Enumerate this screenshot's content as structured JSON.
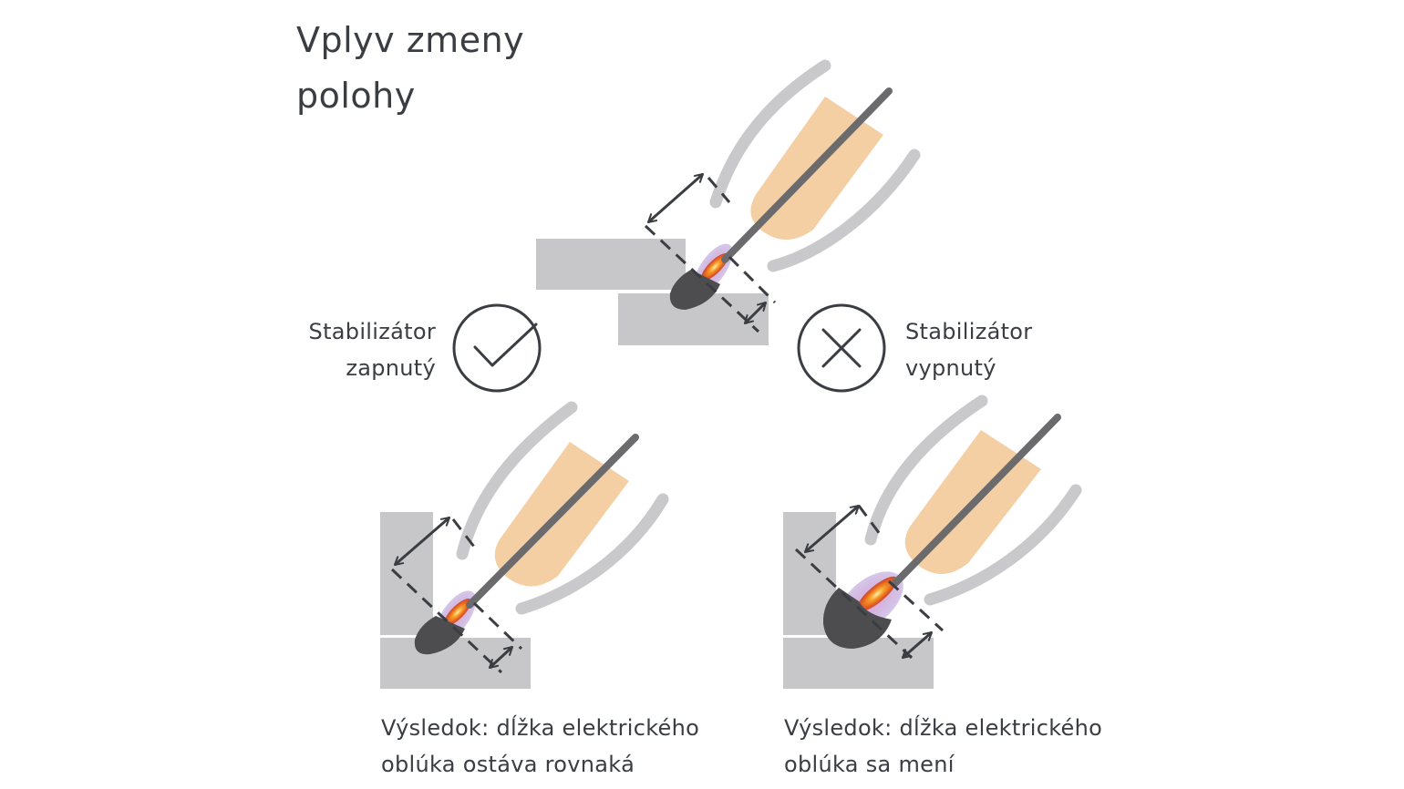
{
  "title": {
    "line1": "Vplyv zmeny",
    "line2": "polohy"
  },
  "stabilizer_on": {
    "line1": "Stabilizátor",
    "line2": "zapnutý",
    "icon": "check-circle-icon"
  },
  "stabilizer_off": {
    "line1": "Stabilizátor",
    "line2": "vypnutý",
    "icon": "x-circle-icon"
  },
  "result_left": {
    "line1": "Výsledok: dĺžka elektrického",
    "line2": "oblúka ostáva rovnaká"
  },
  "result_right": {
    "line1": "Výsledok: dĺžka elektrického",
    "line2": "oblúka sa mení"
  },
  "colors": {
    "text": "#3a3d42",
    "plate": "#c7c7c9",
    "hand": "#f4cfa4",
    "glove": "#c9c9cb",
    "electrode": "#6b6b6e",
    "weld_pool": "#4d4d50",
    "arc_orange": "#f0821e",
    "arc_purple": "#b8a0d8"
  }
}
